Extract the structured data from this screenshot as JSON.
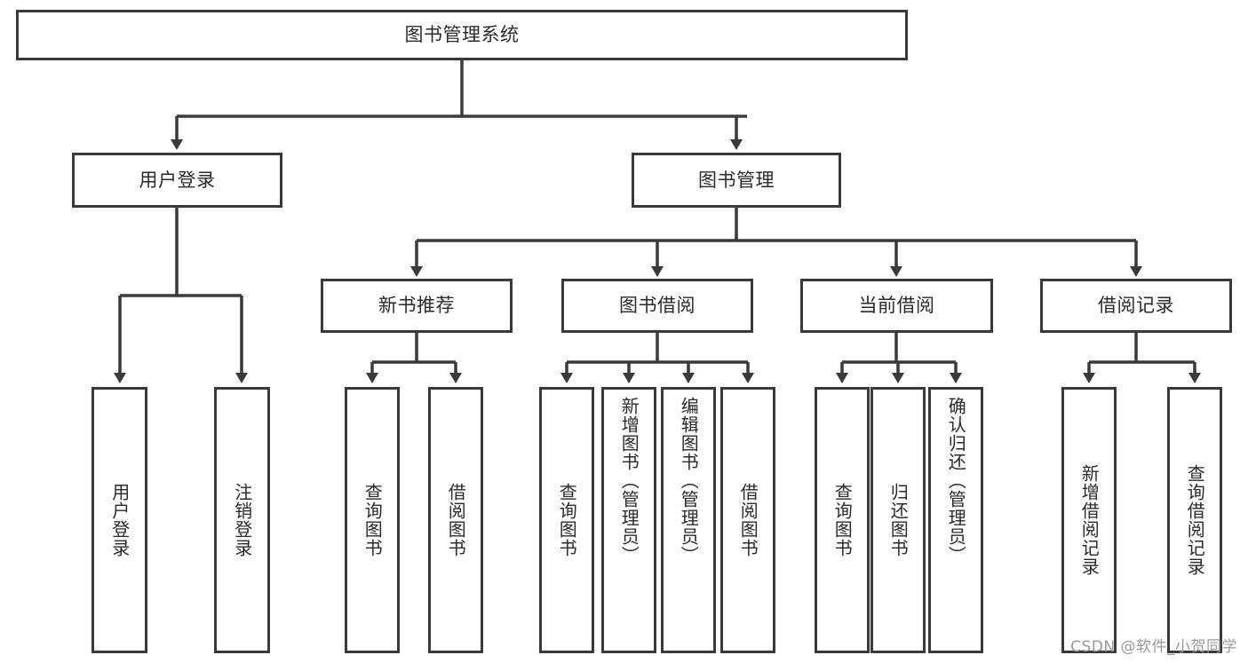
{
  "diagram": {
    "title": "图书管理系统",
    "type": "功能结构图",
    "colors": {
      "line": "#3a3a3a",
      "box_border": "#3a3a3a",
      "box_fill": "#ffffff",
      "text": "#2b2b2b",
      "background": "#ffffff",
      "watermark": "#9b9b9b"
    },
    "root": {
      "label": "图书管理系统"
    },
    "level2": [
      {
        "label": "用户登录"
      },
      {
        "label": "图书管理"
      }
    ],
    "level3": [
      {
        "label": "新书推荐"
      },
      {
        "label": "图书借阅"
      },
      {
        "label": "当前借阅"
      },
      {
        "label": "借阅记录"
      }
    ],
    "leaves": {
      "user_login": [
        {
          "label": "用户登录"
        },
        {
          "label": "注销登录"
        }
      ],
      "new_book_recommend": [
        {
          "label": "查询图书"
        },
        {
          "label": "借阅图书"
        }
      ],
      "book_borrow": [
        {
          "label": "查询图书"
        },
        {
          "label": "新增图书（管理员）"
        },
        {
          "label": "编辑图书（管理员）"
        },
        {
          "label": "借阅图书"
        }
      ],
      "current_borrow": [
        {
          "label": "查询图书"
        },
        {
          "label": "归还图书"
        },
        {
          "label": "确认归还（管理员）"
        }
      ],
      "borrow_record": [
        {
          "label": "新增借阅记录"
        },
        {
          "label": "查询借阅记录"
        }
      ]
    }
  },
  "watermark": {
    "text": "CSDN @软件_小贺同学"
  }
}
